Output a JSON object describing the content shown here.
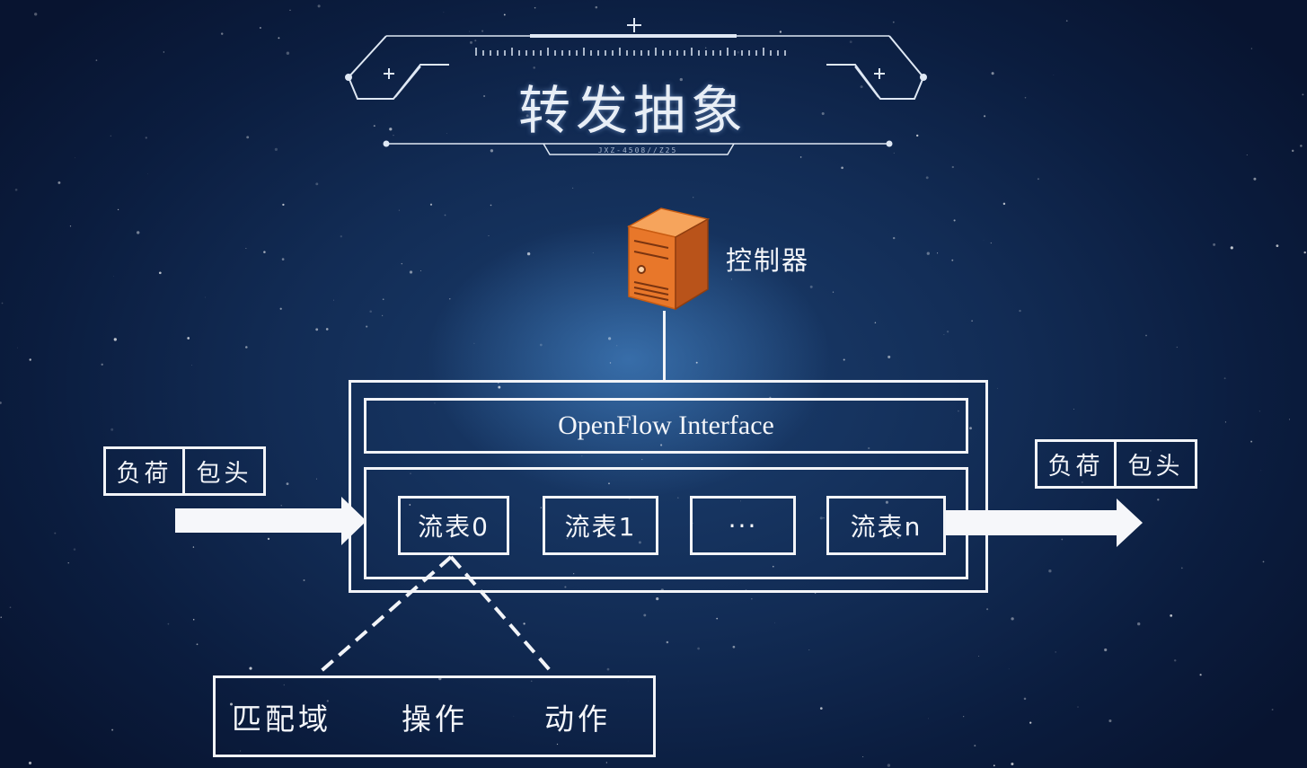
{
  "title": "转发抽象",
  "title_deco_code": "JXZ-4508//Z25",
  "controller": {
    "label": "控制器",
    "icon": "server-icon",
    "color": "#e8772a"
  },
  "openflow_interface": "OpenFlow Interface",
  "packet_in": {
    "payload": "负荷",
    "header": "包头"
  },
  "packet_out": {
    "payload": "负荷",
    "header": "包头"
  },
  "flow_tables": [
    "流表0",
    "流表1",
    "···",
    "流表n"
  ],
  "flow_entry_fields": [
    "匹配域",
    "操作",
    "动作"
  ]
}
